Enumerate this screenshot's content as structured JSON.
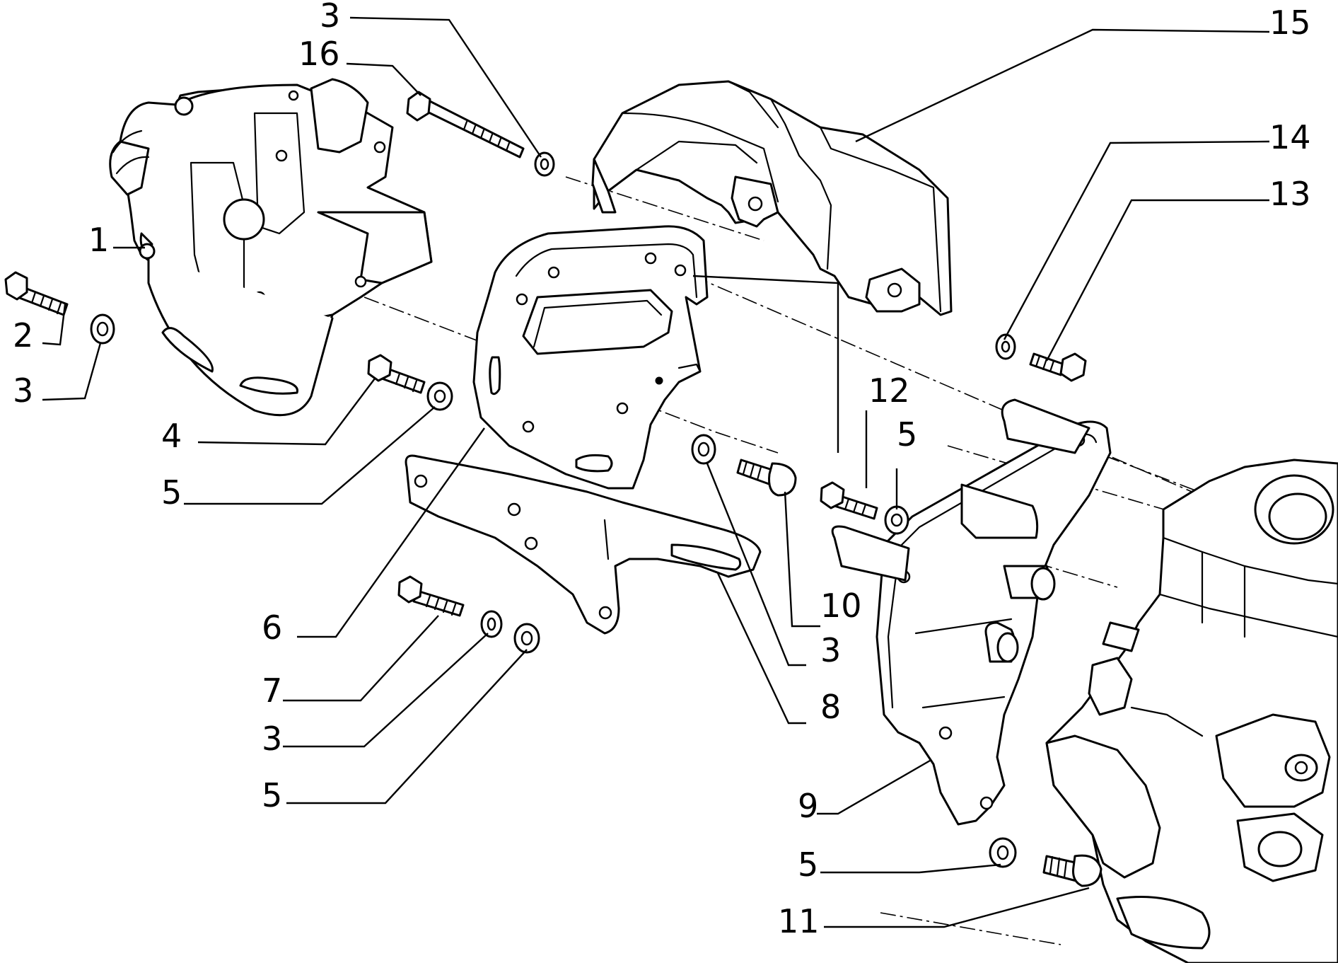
{
  "diagram": {
    "callouts": [
      {
        "id": "c3a",
        "text": "3"
      },
      {
        "id": "c16",
        "text": "16"
      },
      {
        "id": "c15",
        "text": "15"
      },
      {
        "id": "c14",
        "text": "14"
      },
      {
        "id": "c13",
        "text": "13"
      },
      {
        "id": "c1",
        "text": "1"
      },
      {
        "id": "c2",
        "text": "2"
      },
      {
        "id": "c3b",
        "text": "3"
      },
      {
        "id": "c4",
        "text": "4"
      },
      {
        "id": "c5a",
        "text": "5"
      },
      {
        "id": "c12",
        "text": "12"
      },
      {
        "id": "c5b",
        "text": "5"
      },
      {
        "id": "c6",
        "text": "6"
      },
      {
        "id": "c10",
        "text": "10"
      },
      {
        "id": "c7",
        "text": "7"
      },
      {
        "id": "c3c",
        "text": "3"
      },
      {
        "id": "c3d",
        "text": "3"
      },
      {
        "id": "c8",
        "text": "8"
      },
      {
        "id": "c5c",
        "text": "5"
      },
      {
        "id": "c9",
        "text": "9"
      },
      {
        "id": "c5d",
        "text": "5"
      },
      {
        "id": "c11",
        "text": "11"
      }
    ]
  }
}
